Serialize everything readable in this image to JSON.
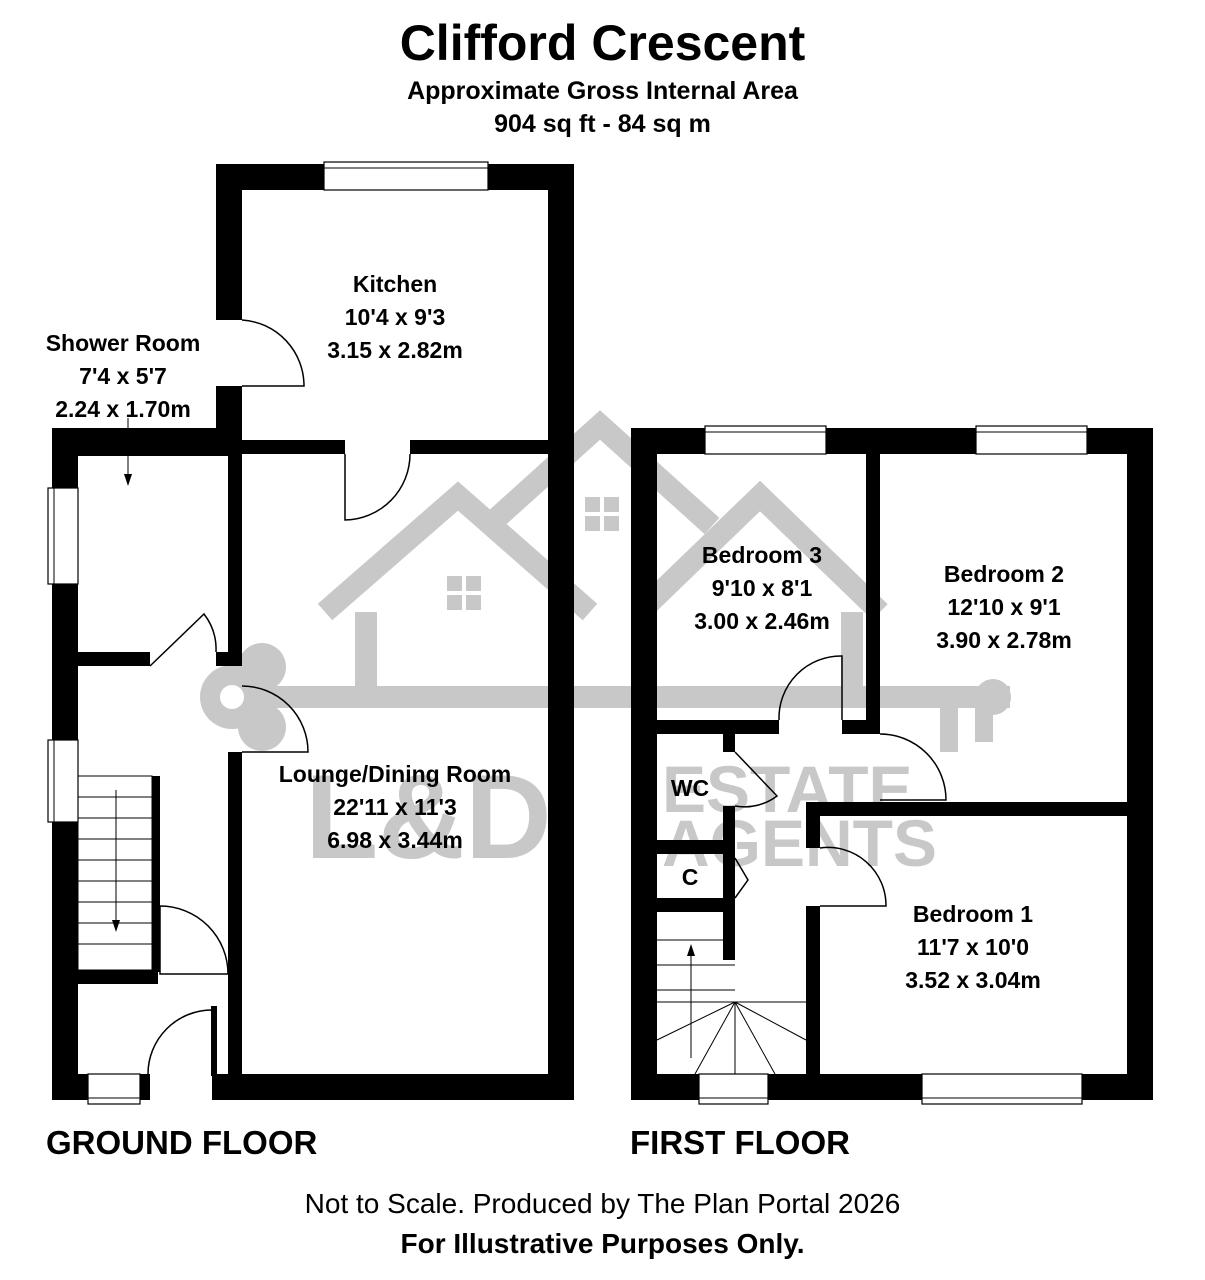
{
  "header": {
    "title": "Clifford Crescent",
    "subtitle": "Approximate Gross Internal Area",
    "area": "904 sq ft - 84 sq m"
  },
  "floors": {
    "ground": "GROUND FLOOR",
    "first": "FIRST FLOOR"
  },
  "rooms": {
    "kitchen": {
      "name": "Kitchen",
      "imperial": "10'4 x 9'3",
      "metric": "3.15 x 2.82m"
    },
    "shower": {
      "name": "Shower Room",
      "imperial": "7'4 x 5'7",
      "metric": "2.24 x 1.70m"
    },
    "lounge": {
      "name": "Lounge/Dining Room",
      "imperial": "22'11 x 11'3",
      "metric": "6.98 x 3.44m"
    },
    "bedroom3": {
      "name": "Bedroom 3",
      "imperial": "9'10 x 8'1",
      "metric": "3.00 x 2.46m"
    },
    "bedroom2": {
      "name": "Bedroom 2",
      "imperial": "12'10 x 9'1",
      "metric": "3.90 x 2.78m"
    },
    "bedroom1": {
      "name": "Bedroom 1",
      "imperial": "11'7 x 10'0",
      "metric": "3.52 x 3.04m"
    },
    "wc": {
      "name": "WC"
    },
    "cupboard": {
      "name": "C"
    }
  },
  "watermark": {
    "brand": "L&D",
    "line1": "ESTATE",
    "line2": "AGENTS",
    "color": "#c8c8c8"
  },
  "footer": {
    "line1": "Not to Scale. Produced by The Plan Portal 2026",
    "line2": "For Illustrative Purposes Only."
  }
}
